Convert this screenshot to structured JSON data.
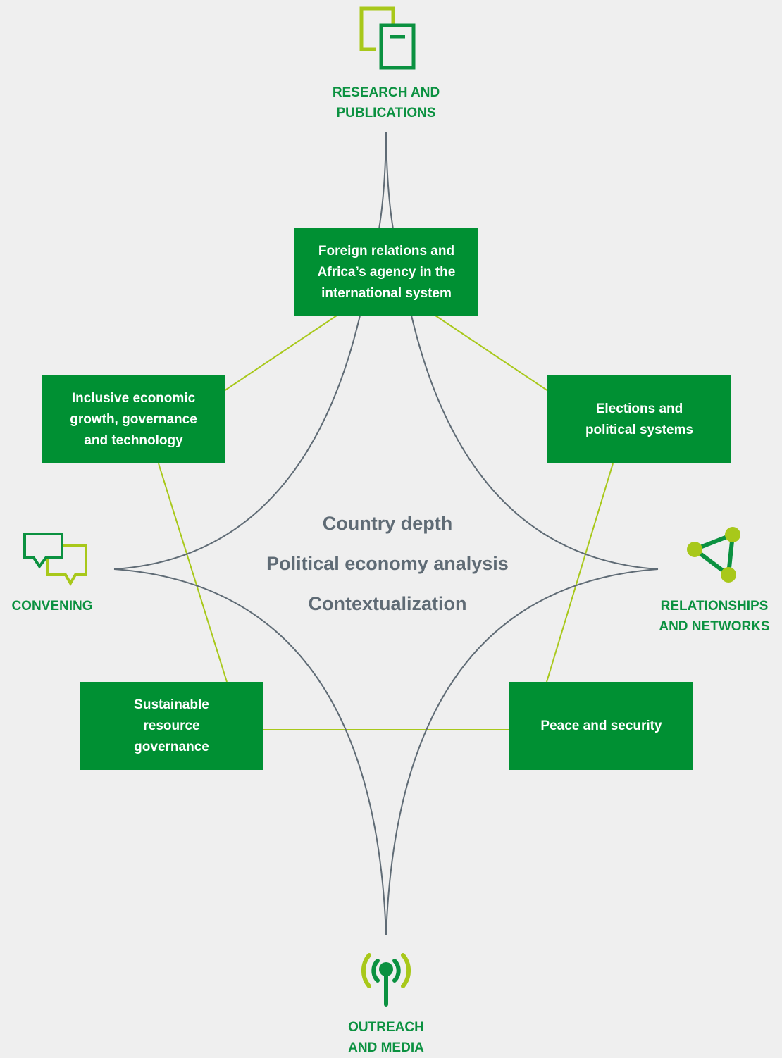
{
  "colors": {
    "background": "#efefef",
    "box_green": "#009033",
    "label_green": "#0b9140",
    "icon_green": "#0b9140",
    "icon_lime": "#a8c81a",
    "connector_lime": "#a8c81a",
    "curve_gray": "#5f6b75",
    "center_text": "#5f6b75"
  },
  "center": {
    "line1": "Country depth",
    "line2": "Political economy analysis",
    "line3": "Contextualization"
  },
  "themes": {
    "foreign_relations": "Foreign relations and\nAfrica’s agency in the\ninternational system",
    "inclusive_growth": "Inclusive economic\ngrowth, governance\nand technology",
    "elections": "Elections and\npolitical systems",
    "sustainable_resources": "Sustainable\nresource\ngovernance",
    "peace_security": "Peace and security"
  },
  "channels": {
    "research": {
      "label": "RESEARCH AND\nPUBLICATIONS",
      "icon": "documents-icon"
    },
    "convening": {
      "label": "CONVENING",
      "icon": "speech-bubbles-icon"
    },
    "relationships": {
      "label": "RELATIONSHIPS\nAND NETWORKS",
      "icon": "network-triangle-icon"
    },
    "outreach": {
      "label": "OUTREACH\nAND MEDIA",
      "icon": "broadcast-antenna-icon"
    }
  }
}
